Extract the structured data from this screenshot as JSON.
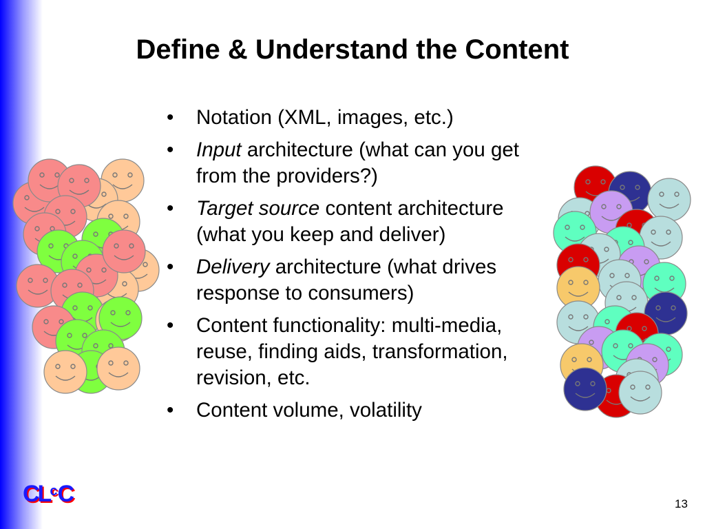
{
  "slide": {
    "title": "Define & Understand the Content",
    "bullet_glyph": "•",
    "bullets": [
      {
        "emphasis": "",
        "text": "Notation (XML, images, etc.)"
      },
      {
        "emphasis": "Input",
        "text": " architecture (what can you get from the providers?)"
      },
      {
        "emphasis": "Target source",
        "text": " content architecture (what you keep and deliver)"
      },
      {
        "emphasis": "Delivery",
        "text": " architecture (what drives response to consumers)"
      },
      {
        "emphasis": "",
        "text": "Content functionality: multi-media, reuse, finding aids, transformation, revision, etc."
      },
      {
        "emphasis": "",
        "text": "Content volume, volatility"
      }
    ],
    "page_number": "13",
    "logo": {
      "c1": "CL",
      "c2": "c",
      "c3": "C"
    }
  },
  "colors": {
    "side_gradient": "#0000ff",
    "pink": "#f88a8a",
    "peach": "#ffc999",
    "green": "#7fff3f",
    "red": "#d90000",
    "navy": "#2e3192",
    "light_blue": "#b8dede",
    "lavender": "#c89cf2",
    "mint": "#5fffc0",
    "yellow": "#f7c96b"
  }
}
